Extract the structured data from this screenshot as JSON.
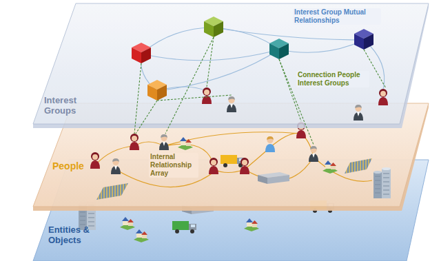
{
  "diagram": {
    "nodes": [
      {
        "text": [
          "Interest Groups"
        ]
      },
      {
        "text": [
          "People"
        ]
      },
      {
        "text": [
          "Entities & Objects"
        ]
      }
    ],
    "labels": [
      "Interest Group Mutual Relationships",
      "Connection People Interest Groups",
      "Internal Relationship Array"
    ]
  }
}
